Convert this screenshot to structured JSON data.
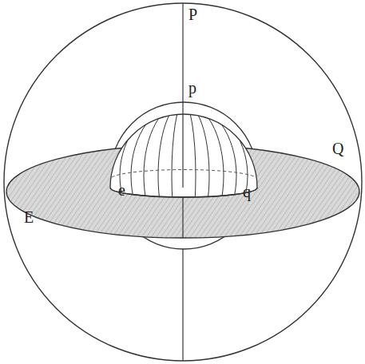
{
  "diagram": {
    "labels": [
      "P",
      "p",
      "Q",
      "E",
      "e",
      "q"
    ]
  }
}
